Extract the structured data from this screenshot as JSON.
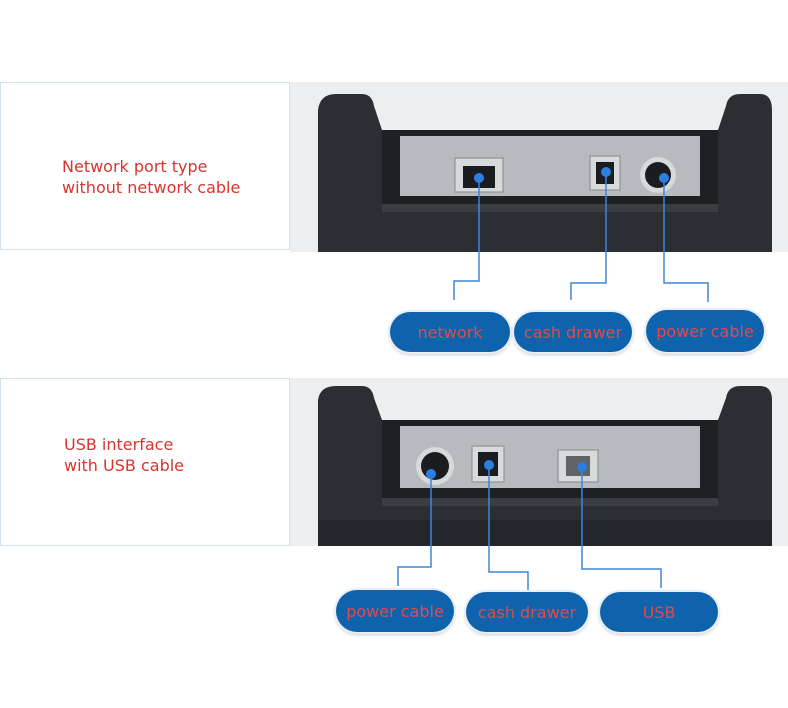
{
  "section1": {
    "caption_line1": "Network port type",
    "caption_line2": "without network cable",
    "labels": {
      "network": "network",
      "cash_drawer": "cash drawer",
      "power_cable": "power cable"
    }
  },
  "section2": {
    "caption_line1": "USB interface",
    "caption_line2": "with USB cable",
    "labels": {
      "power_cable": "power cable",
      "cash_drawer": "cash drawer",
      "usb": "USB"
    }
  },
  "colors": {
    "caption": "#d9342f",
    "pill": "#0f63ad",
    "pill_text": "#e24a4a",
    "line": "#3f86d6",
    "printer": "#2b2e33"
  }
}
